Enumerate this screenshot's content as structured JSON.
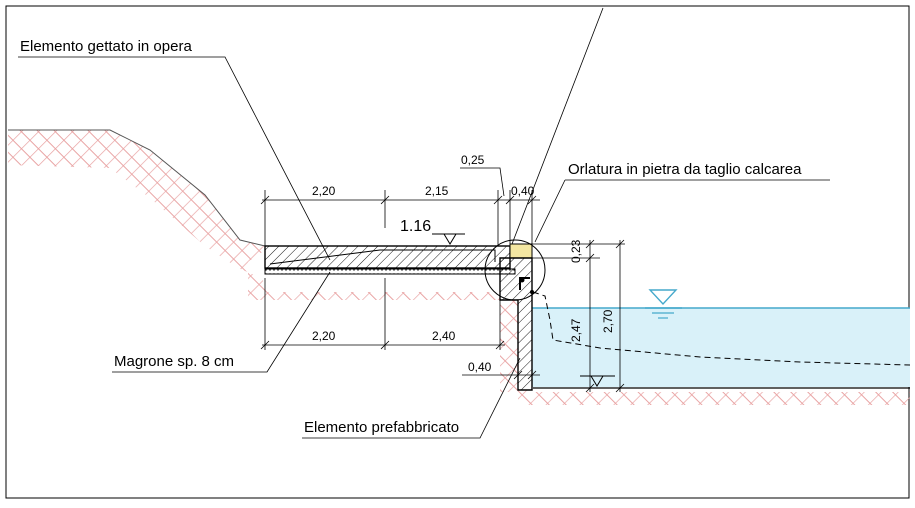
{
  "labels": {
    "cast_in_place": "Elemento gettato in opera",
    "stone_curb": "Orlatura in pietra da taglio calcarea",
    "lean_concrete": "Magrone sp. 8 cm",
    "precast": "Elemento prefabbricato"
  },
  "dimensions": {
    "top_1": "2,20",
    "top_2": "2,15",
    "top_3": "0,25",
    "top_4": "0,40",
    "bottom_1": "2,20",
    "bottom_2": "2,40",
    "wall_thickness": "0,40",
    "curb_height": "0,23",
    "wall_height": "2,47",
    "total_height": "2,70"
  },
  "elevation": "1.16",
  "colors": {
    "soil_hatch": "#e9a4a4",
    "water": "#d9f1f9",
    "water_line": "#45a9cc",
    "stone_curb": "#f4e7a2",
    "line": "#000000"
  },
  "icons": [
    "water-level-symbol",
    "elevation-marker-icon",
    "dimension-arrow-icon"
  ]
}
